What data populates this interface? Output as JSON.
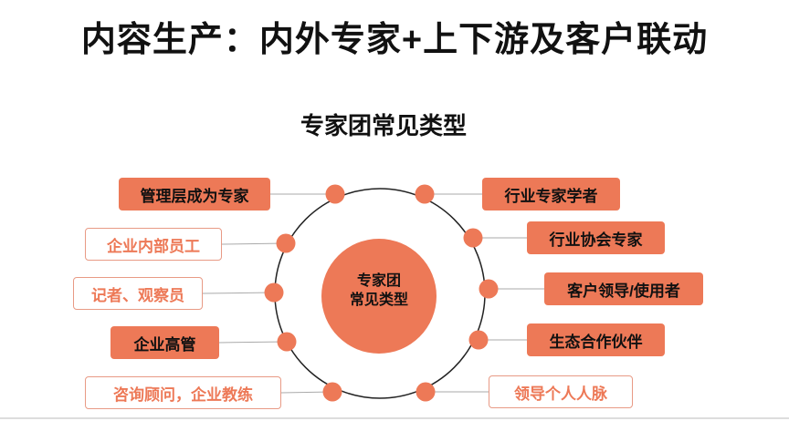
{
  "title": "内容生产：内外专家+上下游及客户联动",
  "subtitle": "专家团常见类型",
  "center": {
    "line1": "专家团",
    "line2": "常见类型"
  },
  "accent_color": "#ED7957",
  "left_items": [
    {
      "label": "管理层成为专家",
      "style": "filled"
    },
    {
      "label": "企业内部员工",
      "style": "outline"
    },
    {
      "label": "记者、观察员",
      "style": "outline"
    },
    {
      "label": "企业高管",
      "style": "filled"
    },
    {
      "label": "咨询顾问，企业教练",
      "style": "outline"
    }
  ],
  "right_items": [
    {
      "label": "行业专家学者",
      "style": "filled"
    },
    {
      "label": "行业协会专家",
      "style": "filled"
    },
    {
      "label": "客户领导/使用者",
      "style": "filled"
    },
    {
      "label": "生态合作伙伴",
      "style": "filled"
    },
    {
      "label": "领导个人人脉",
      "style": "outline"
    }
  ]
}
